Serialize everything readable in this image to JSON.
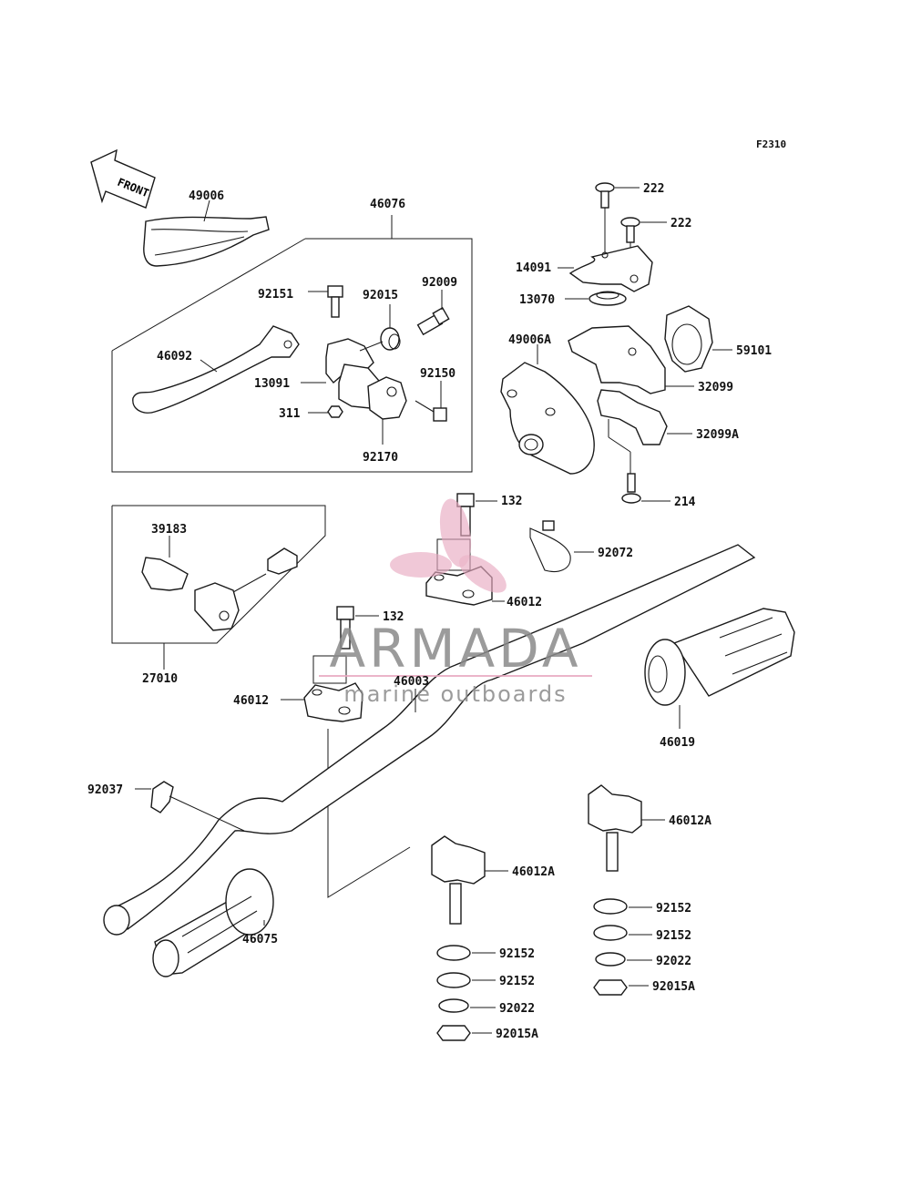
{
  "figure_code": "F2310",
  "front_label": "FRONT",
  "watermark": {
    "brand": "ARMADA",
    "tagline": "marine outboards",
    "brand_color": "#8a8a8a",
    "accent_color": "#e8a9c0"
  },
  "labels": {
    "p49006": "49006",
    "p46076": "46076",
    "p92151": "92151",
    "p92015": "92015",
    "p92009": "92009",
    "p46092": "46092",
    "p13091": "13091",
    "p92150": "92150",
    "p311": "311",
    "p92170": "92170",
    "p222a": "222",
    "p222b": "222",
    "p14091": "14091",
    "p13070": "13070",
    "p49006A": "49006A",
    "p59101": "59101",
    "p32099": "32099",
    "p32099A": "32099A",
    "p214": "214",
    "p132a": "132",
    "p92072": "92072",
    "p39183": "39183",
    "p46012a": "46012",
    "p132b": "132",
    "p46003": "46003",
    "p46012b": "46012",
    "p27010": "27010",
    "p46019": "46019",
    "p92037": "92037",
    "p46012Aa": "46012A",
    "p46012Ab": "46012A",
    "p92152a": "92152",
    "p92152b": "92152",
    "p92022a": "92022",
    "p92015Aa": "92015A",
    "p46075": "46075",
    "p92152c": "92152",
    "p92152d": "92152",
    "p92022b": "92022",
    "p92015Ab": "92015A"
  }
}
